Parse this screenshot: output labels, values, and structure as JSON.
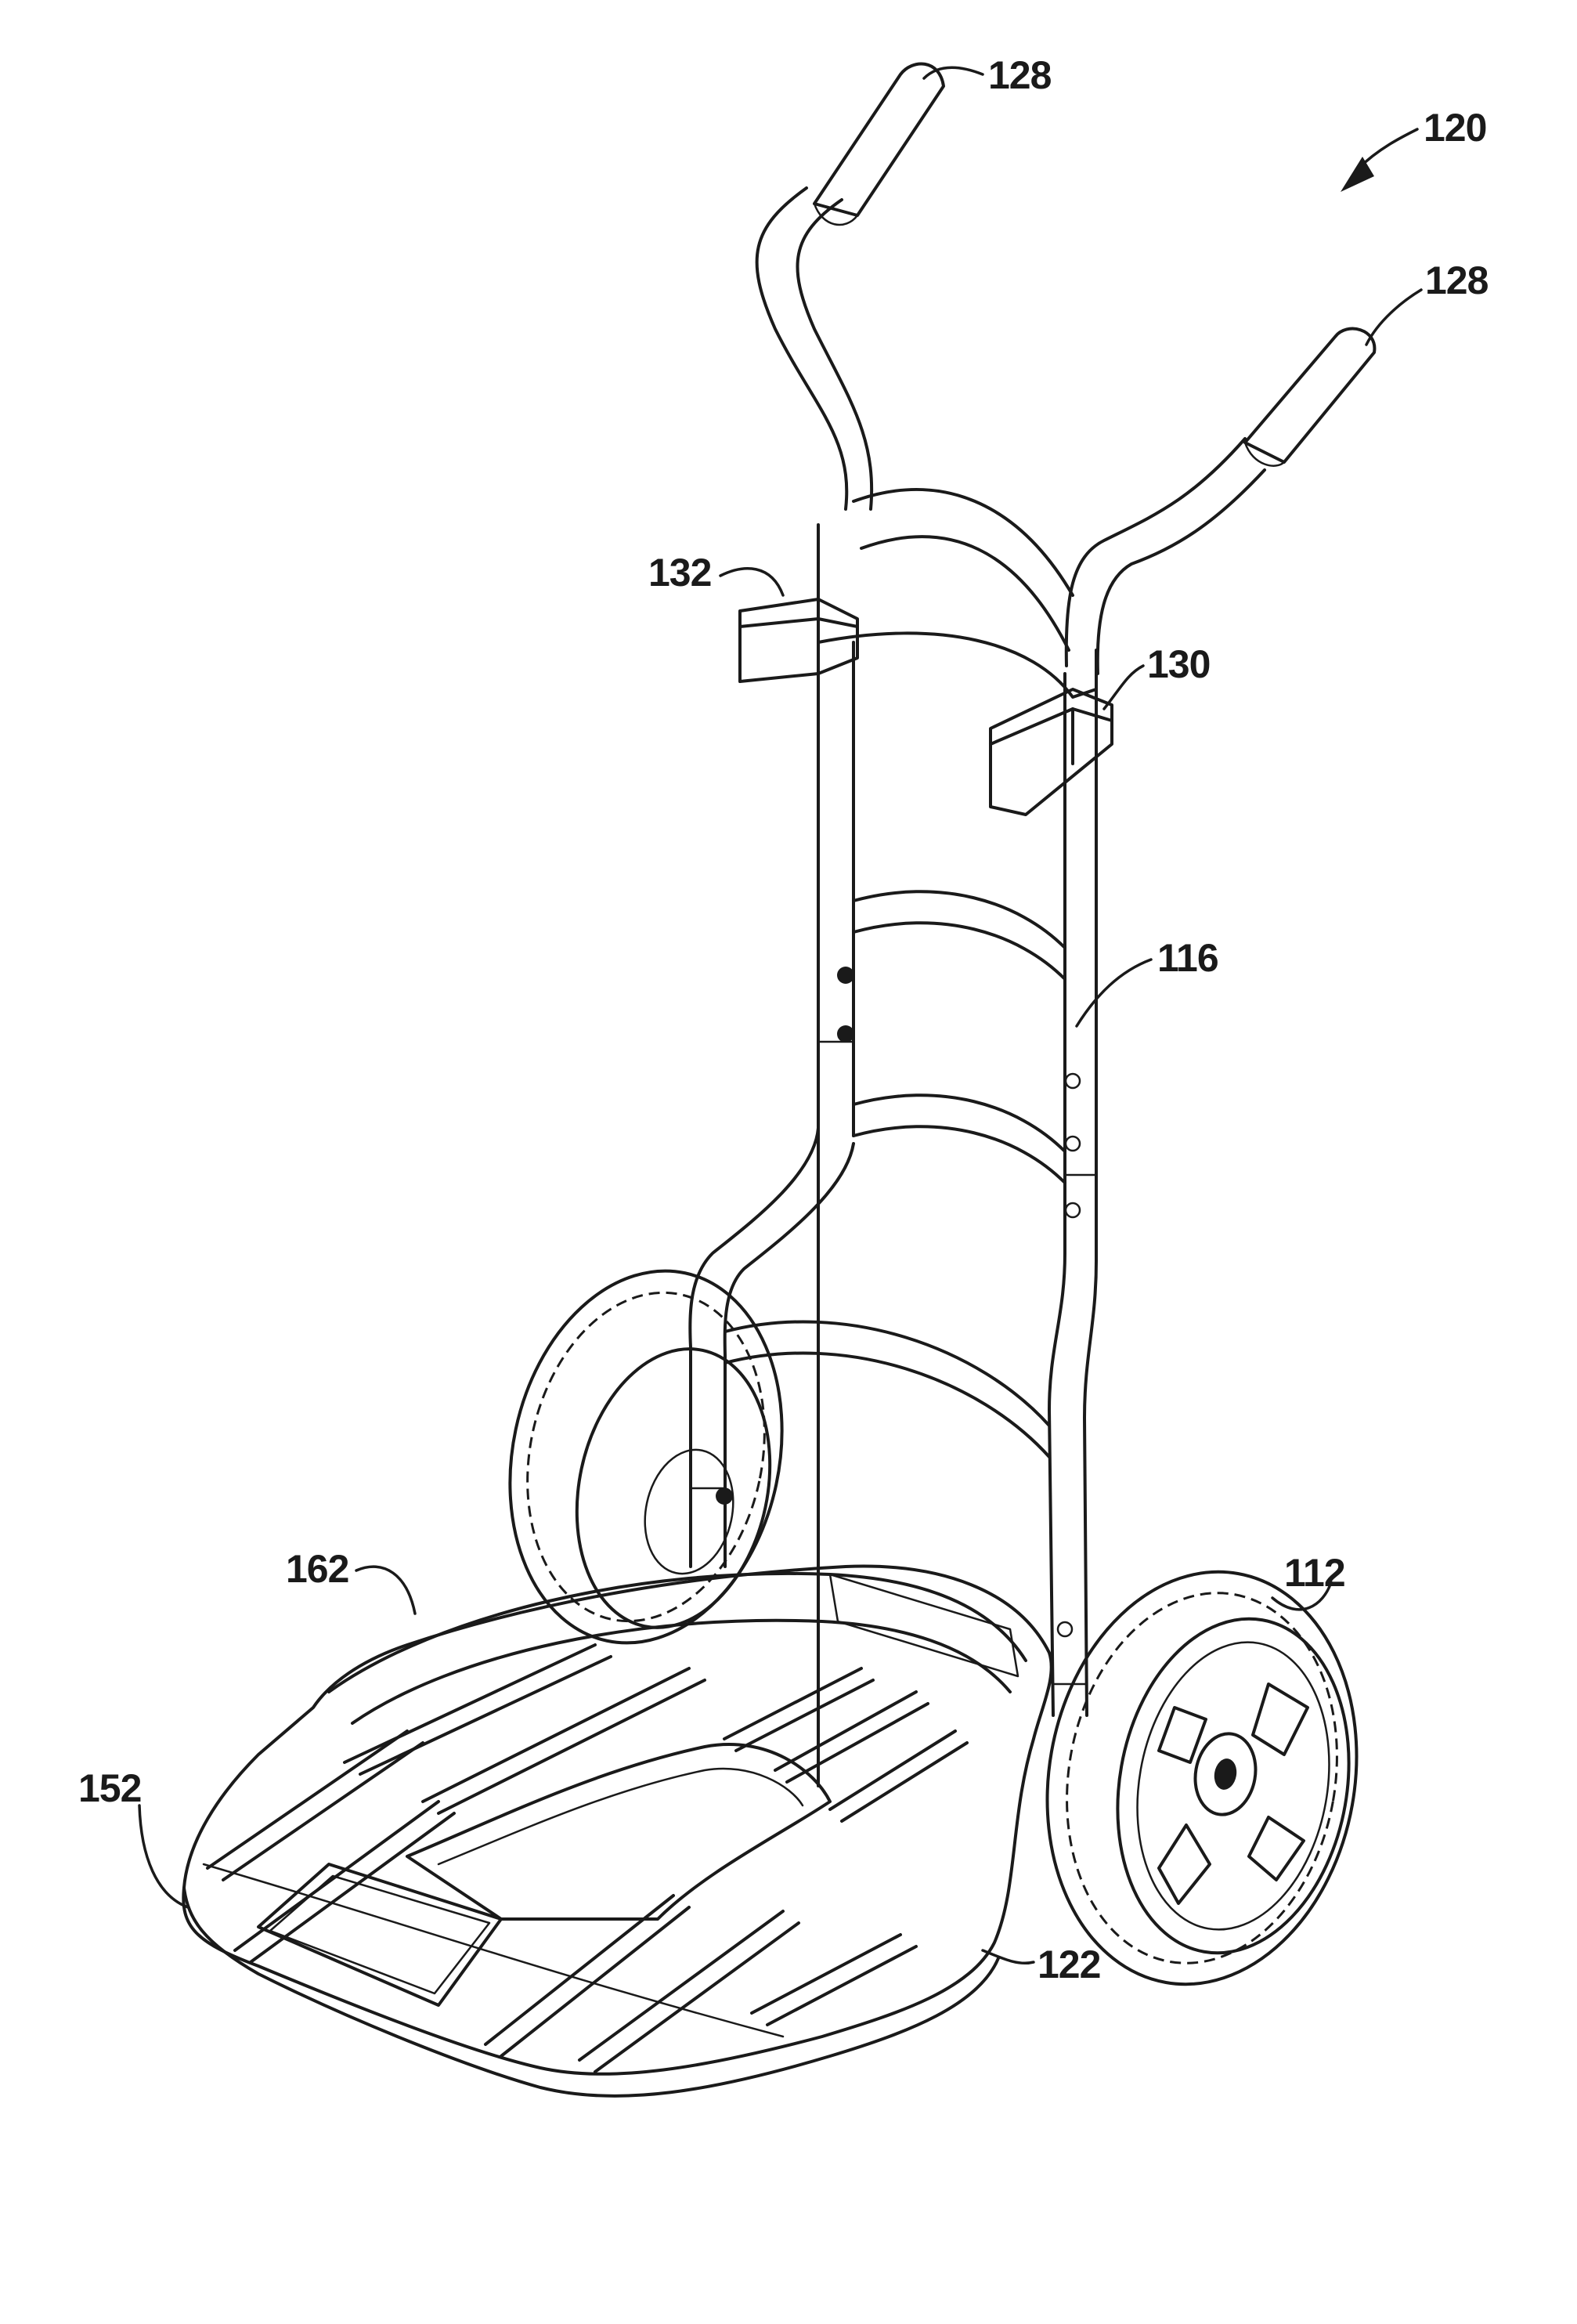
{
  "figure": {
    "reference_numerals": {
      "assembly": "120",
      "handle_grip_top": "128",
      "handle_grip_right": "128",
      "hook_left": "132",
      "hook_right": "130",
      "frame": "116",
      "wheel": "112",
      "deck_rim": "162",
      "deck_front": "152",
      "base": "122"
    }
  }
}
